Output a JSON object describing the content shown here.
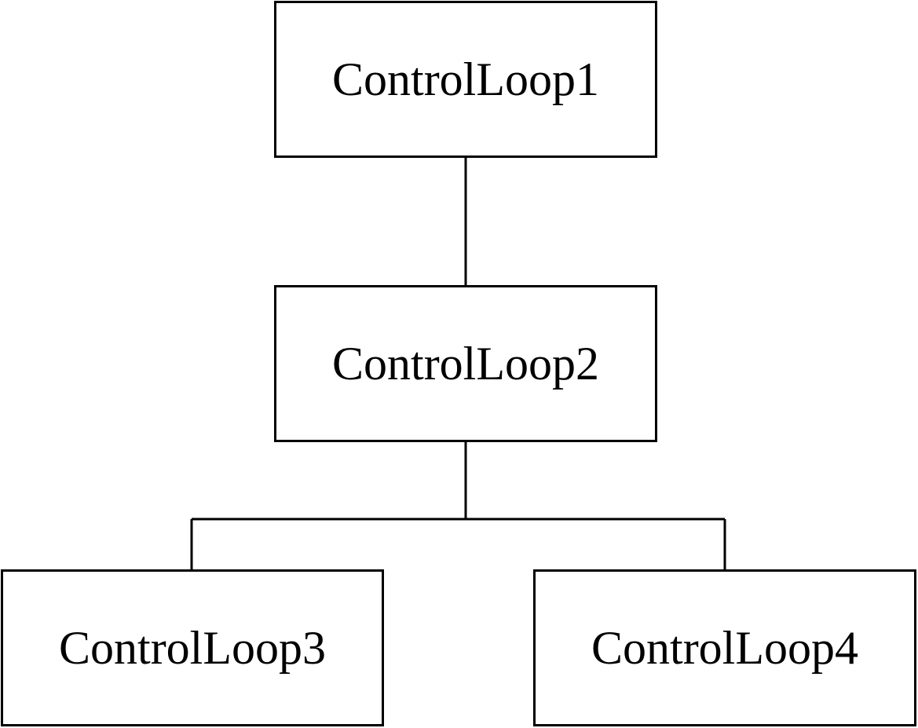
{
  "diagram": {
    "type": "tree",
    "nodes": [
      {
        "id": "1",
        "label": "ControlLoop1"
      },
      {
        "id": "2",
        "label": "ControlLoop2"
      },
      {
        "id": "3",
        "label": "ControlLoop3"
      },
      {
        "id": "4",
        "label": "ControlLoop4"
      }
    ],
    "edges": [
      {
        "from": "1",
        "to": "2"
      },
      {
        "from": "2",
        "to": "3"
      },
      {
        "from": "2",
        "to": "4"
      }
    ],
    "colors": {
      "stroke": "#000000",
      "background": "#ffffff",
      "text": "#000000"
    }
  }
}
